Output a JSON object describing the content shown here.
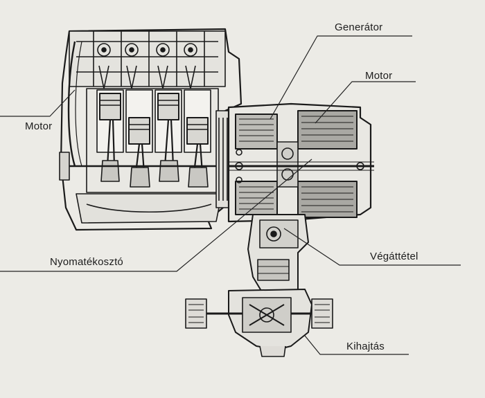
{
  "labels": {
    "engine": "Motor",
    "generator": "Generátor",
    "electric_motor": "Motor",
    "power_split": "Nyomatékosztó",
    "final_drive": "Végáttétel",
    "output": "Kihajtás"
  }
}
